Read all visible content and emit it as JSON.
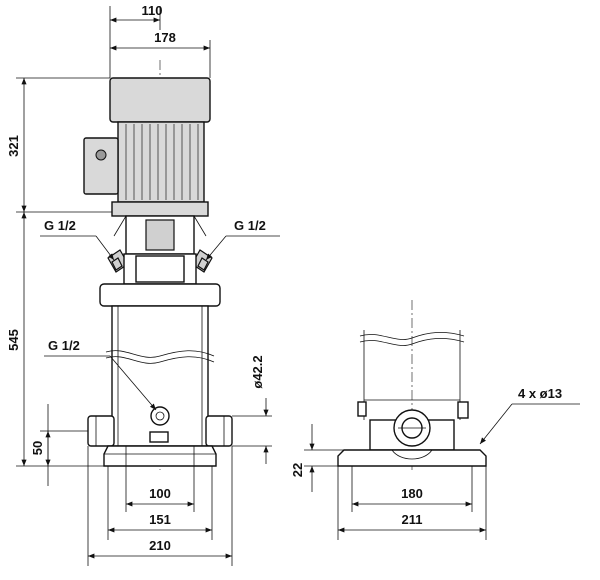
{
  "dimensions": {
    "top_width_motor": "110",
    "motor_width": "178",
    "motor_height": "321",
    "pump_height": "545",
    "inlet_height": "50",
    "base_height": "22",
    "bolt_spacing_front": "100",
    "base_inner_width": "151",
    "base_width_front": "210",
    "shaft_diameter": "ø42.2",
    "bolt_spacing_side": "180",
    "base_width_side": "211",
    "holes": "4 x ø13"
  },
  "ports": {
    "vent_left": "G 1/2",
    "vent_right": "G 1/2",
    "drain": "G 1/2"
  }
}
